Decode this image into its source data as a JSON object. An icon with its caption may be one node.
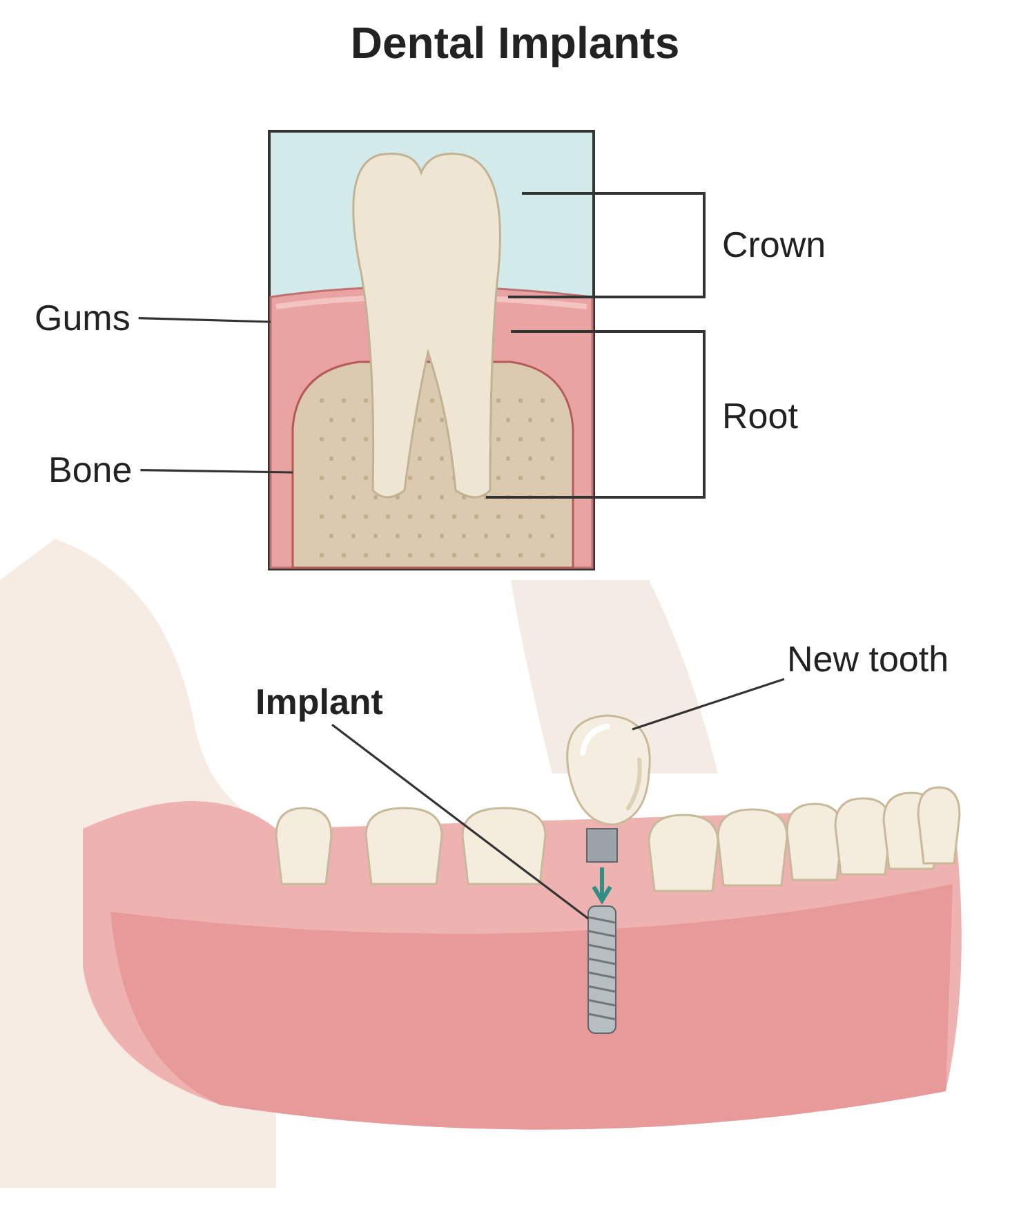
{
  "diagram": {
    "title": "Dental Implants",
    "nodes": [
      {
        "text": [
          "Gums"
        ]
      },
      {
        "text": [],
        "shape": "picture"
      },
      {
        "text": [
          "Bone"
        ]
      },
      {
        "text": [],
        "shape": "picture",
        "in": 1
      },
      {
        "text": [
          "New tooth"
        ]
      },
      {
        "text": [],
        "shape": "picture"
      },
      {
        "text": [
          "Implant"
        ]
      },
      {
        "text": [],
        "shape": "picture"
      }
    ],
    "edges": [
      {
        "from": 0,
        "to": 1,
        "arrow": "none"
      },
      {
        "from": 2,
        "to": 3,
        "arrow": "none"
      },
      {
        "from": 4,
        "to": 5,
        "arrow": "none"
      },
      {
        "from": 6,
        "to": 7,
        "arrow": "none"
      }
    ],
    "labels": [
      "Crown",
      "Root"
    ]
  }
}
